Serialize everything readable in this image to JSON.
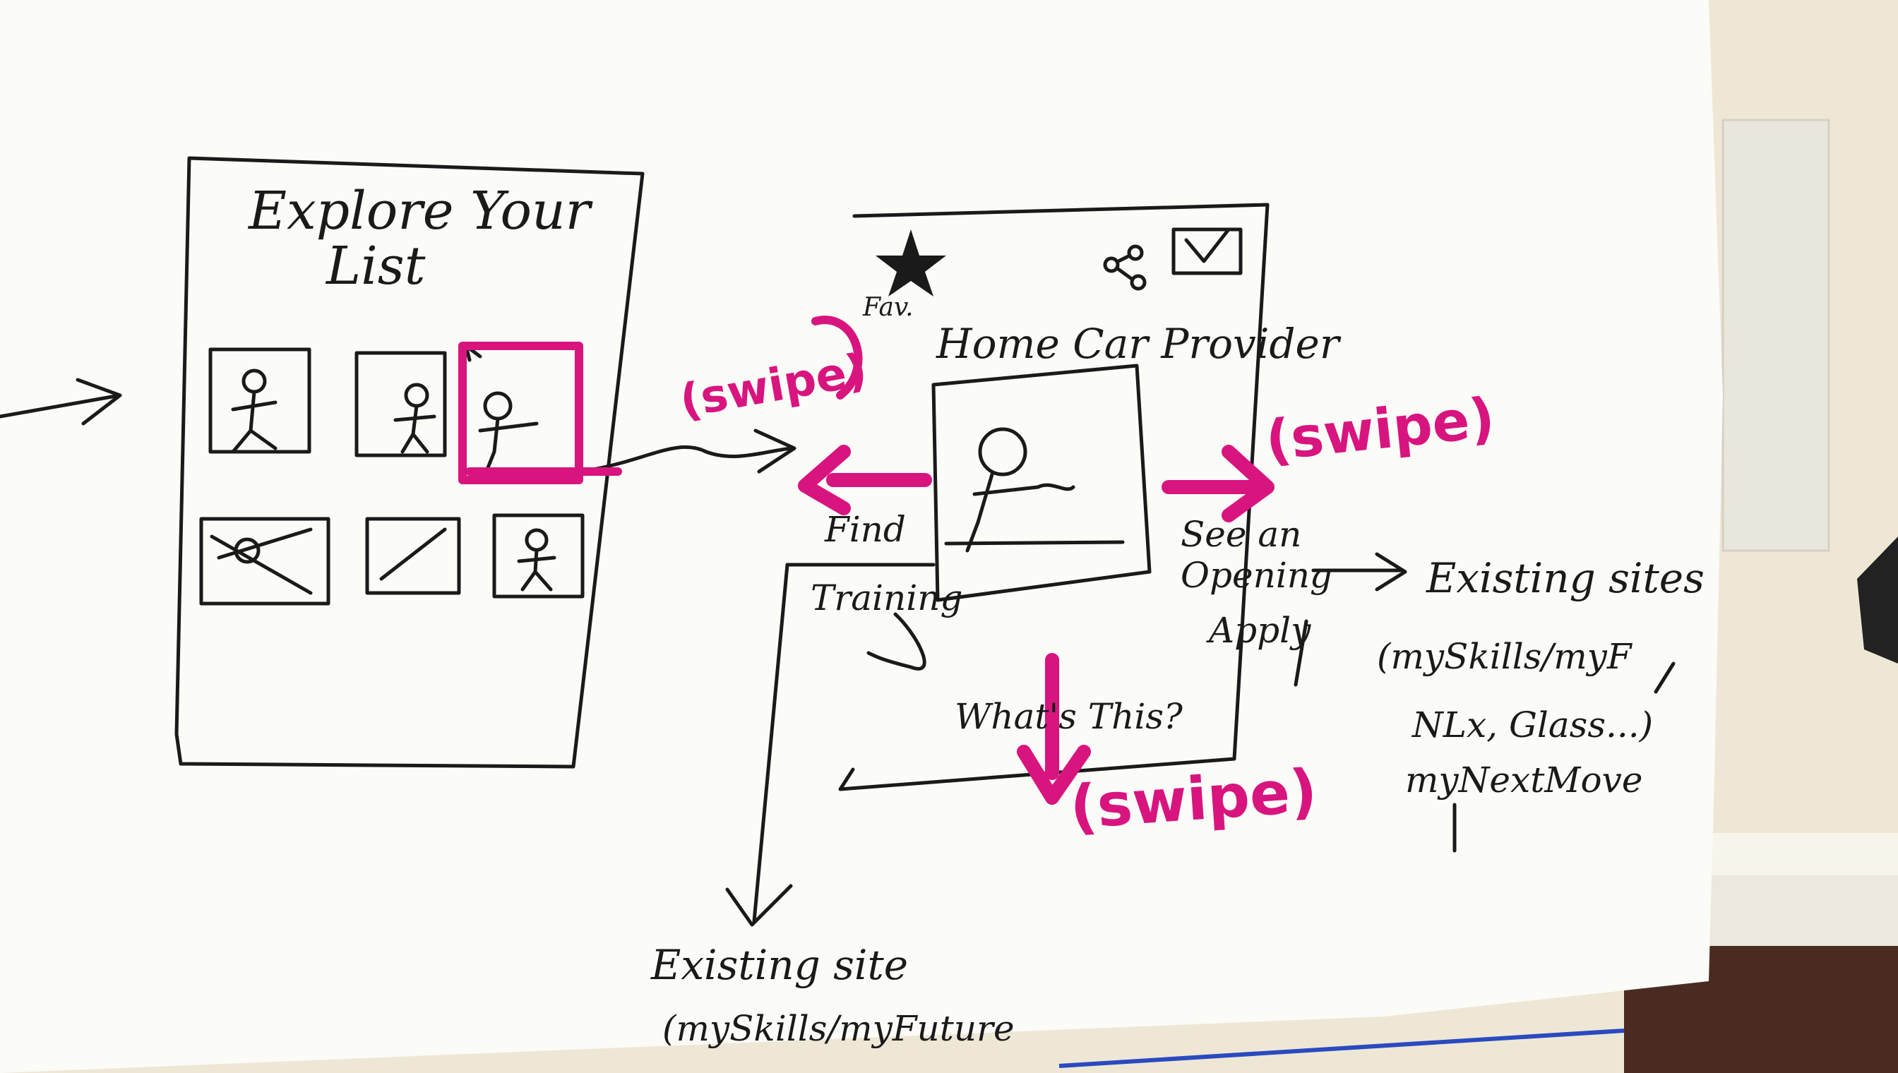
{
  "left_card": {
    "title_line1": "Explore Your",
    "title_line2": "List"
  },
  "detail_card": {
    "fav_label": "Fav.",
    "title": "Home Car Provider",
    "left_label_line1": "Find",
    "left_label_line2": "Training",
    "right_label_line1": "See an",
    "right_label_line2": "Opening",
    "right_label_line3": "Apply",
    "bottom_label": "What's This?",
    "icons": [
      "star-icon",
      "share-icon",
      "checkbox-icon"
    ]
  },
  "swipe_labels": {
    "top_left": "(swipe)",
    "right": "(swipe)",
    "bottom": "(swipe)"
  },
  "existing_site_right": {
    "title": "Existing sites",
    "line1": "(mySkills/myF",
    "line2": "NLx, Glass...)",
    "line3": "myNextMove"
  },
  "existing_site_bottom": {
    "title": "Existing site",
    "line1": "(mySkills/myFuture"
  },
  "colors": {
    "paper": "#fbfbf7",
    "ink": "#1a1a1a",
    "marker": "#d8147f",
    "wall": "#efe7d6"
  }
}
